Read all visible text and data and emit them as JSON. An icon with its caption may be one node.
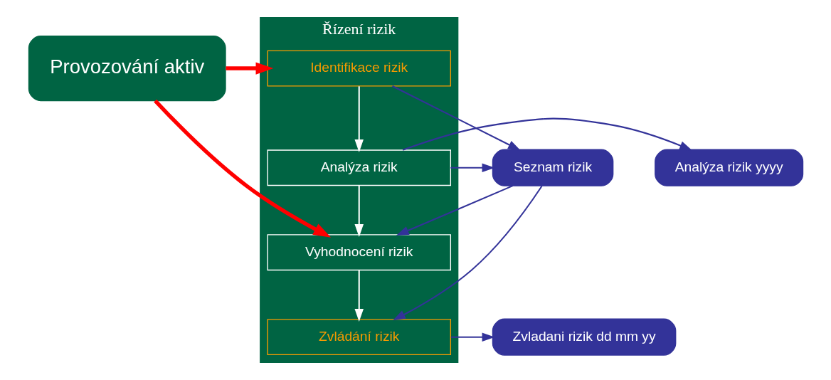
{
  "diagram": {
    "nodes": [
      {
        "text": [
          "Řízení rizik"
        ]
      },
      {
        "text": [
          "Identifikace rizik"
        ],
        "in": 0
      },
      {
        "text": [
          "Analýza rizik"
        ],
        "in": 0
      },
      {
        "text": [
          "Vyhodnocení rizik"
        ],
        "in": 0
      },
      {
        "text": [
          "Zvládání rizik"
        ],
        "in": 0
      },
      {
        "text": [
          "Provozování aktiv"
        ]
      },
      {
        "text": [
          "Analýza rizik yyyy"
        ]
      },
      {
        "text": [
          "Zvladani rizik dd mm yy"
        ]
      },
      {
        "text": [
          "Seznam rizik"
        ]
      }
    ],
    "edges": [
      {
        "from": 1,
        "to": 2,
        "arrow": "to",
        "color": "#ffffff"
      },
      {
        "from": 2,
        "to": 3,
        "arrow": "to",
        "color": "#ffffff"
      },
      {
        "from": 3,
        "to": 4,
        "arrow": "to",
        "color": "#ffffff"
      },
      {
        "from": 5,
        "to": 1,
        "arrow": "to",
        "style": "thick",
        "color": "#ff0000"
      },
      {
        "from": 5,
        "to": 3,
        "arrow": "to",
        "style": "thick",
        "color": "#ff0000"
      },
      {
        "from": 1,
        "to": 8,
        "arrow": "to"
      },
      {
        "from": 2,
        "to": 8,
        "arrow": "to"
      },
      {
        "from": 8,
        "to": 3,
        "arrow": "to"
      },
      {
        "from": 8,
        "to": 4,
        "arrow": "to"
      },
      {
        "from": 2,
        "to": 6,
        "arrow": "to"
      },
      {
        "from": 4,
        "to": 7,
        "arrow": "to"
      }
    ]
  }
}
